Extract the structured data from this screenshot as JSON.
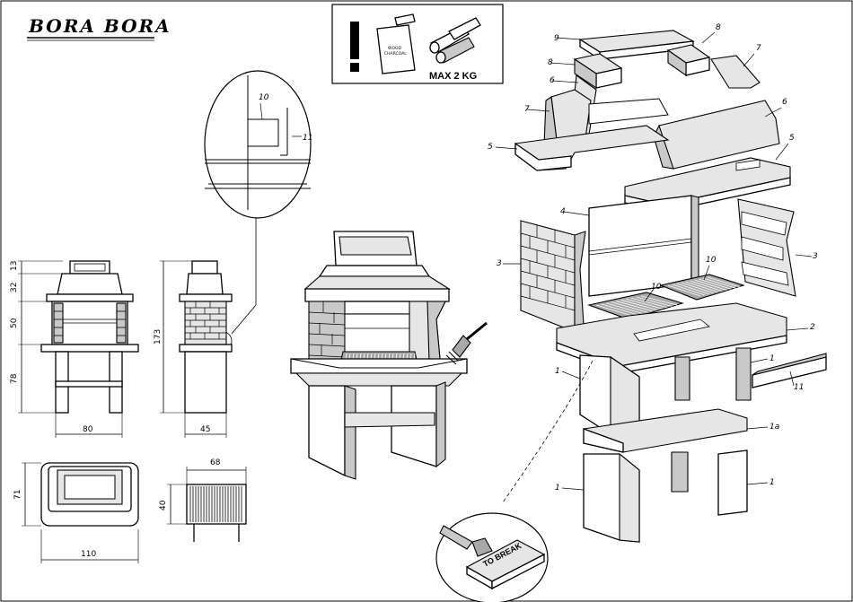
{
  "title": "BORA  BORA",
  "warning": {
    "exclamation": "!",
    "charcoal_bag_text": [
      "WOOD",
      "CHARCOAL"
    ],
    "max_load": "MAX 2 KG",
    "icons": [
      "exclamation-icon",
      "charcoal-bag-icon",
      "firewood-icon"
    ]
  },
  "dimensions": {
    "front_left": [
      "13",
      "32",
      "50",
      "78"
    ],
    "front_width": "80",
    "total_height": "173",
    "side_depth": "45",
    "top_width": "110",
    "top_depth": "71",
    "grill_width": "68",
    "grill_depth": "40"
  },
  "detail_labels": {
    "a": "10",
    "b": "11"
  },
  "parts": {
    "p9": "9",
    "p8a": "8",
    "p8b": "8",
    "p7a": "7",
    "p7b": "7",
    "p6a": "6",
    "p6b": "6",
    "p5a": "5",
    "p5b": "5",
    "p4": "4",
    "p3a": "3",
    "p3b": "3",
    "p10a": "10",
    "p10b": "10",
    "p2": "2",
    "p1a": "1",
    "p1b": "1",
    "p11": "11",
    "p1c": "1a",
    "p1d": "1",
    "p1e": "1"
  },
  "break_label": "TO BREAK"
}
